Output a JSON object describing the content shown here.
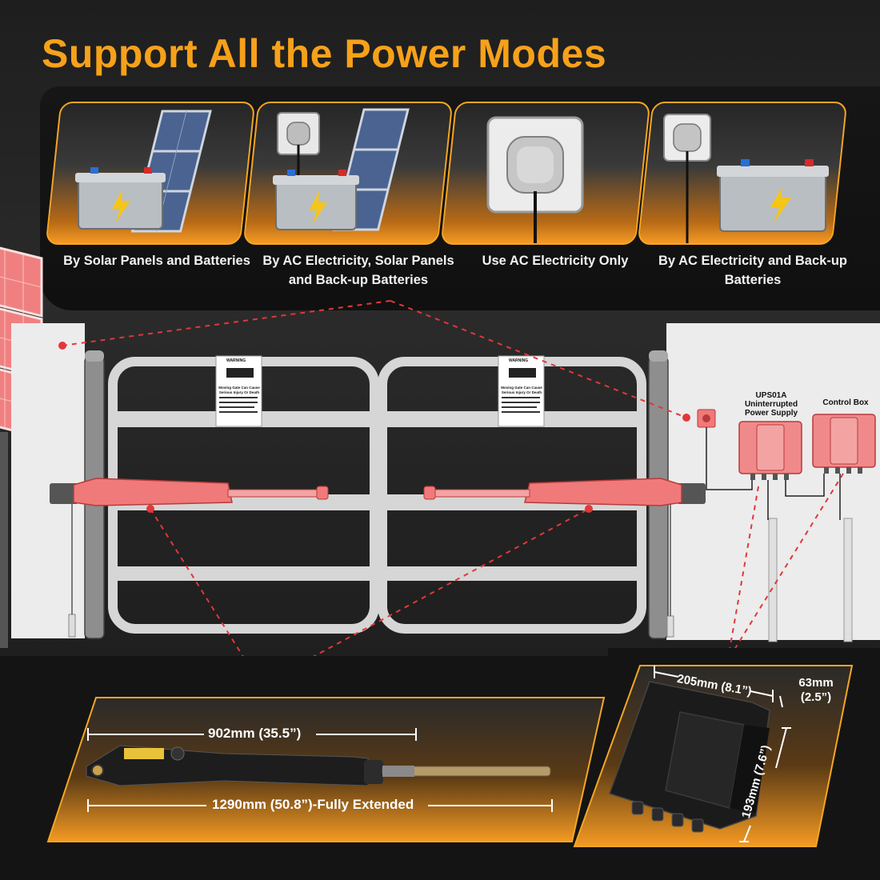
{
  "title": "Support All the Power Modes",
  "modes": [
    {
      "label": "By Solar Panels and Batteries",
      "icon": "solar-battery-icon"
    },
    {
      "label": "By AC Electricity, Solar Panels and Back-up Batteries",
      "icon": "ac-solar-battery-icon"
    },
    {
      "label": "Use AC Electricity Only",
      "icon": "ac-outlet-icon"
    },
    {
      "label": "By AC Electricity and Back-up Batteries",
      "icon": "ac-battery-icon"
    }
  ],
  "scene": {
    "warning_title": "WARNING",
    "warning_text": "Moving Gate Can Cause Serious Injury Or Death",
    "ups_label": "UPS01A Uninterrupted Power Supply",
    "control_box_label": "Control Box"
  },
  "actuator": {
    "retracted": "902mm (35.5”)",
    "extended": "1290mm (50.8”)-Fully Extended"
  },
  "control_box": {
    "width": "205mm (8.1”)",
    "depth": "63mm (2.5”)",
    "height": "193mm (7.6”)"
  },
  "colors": {
    "accent": "#f7a11a",
    "highlight": "#e0383a"
  }
}
